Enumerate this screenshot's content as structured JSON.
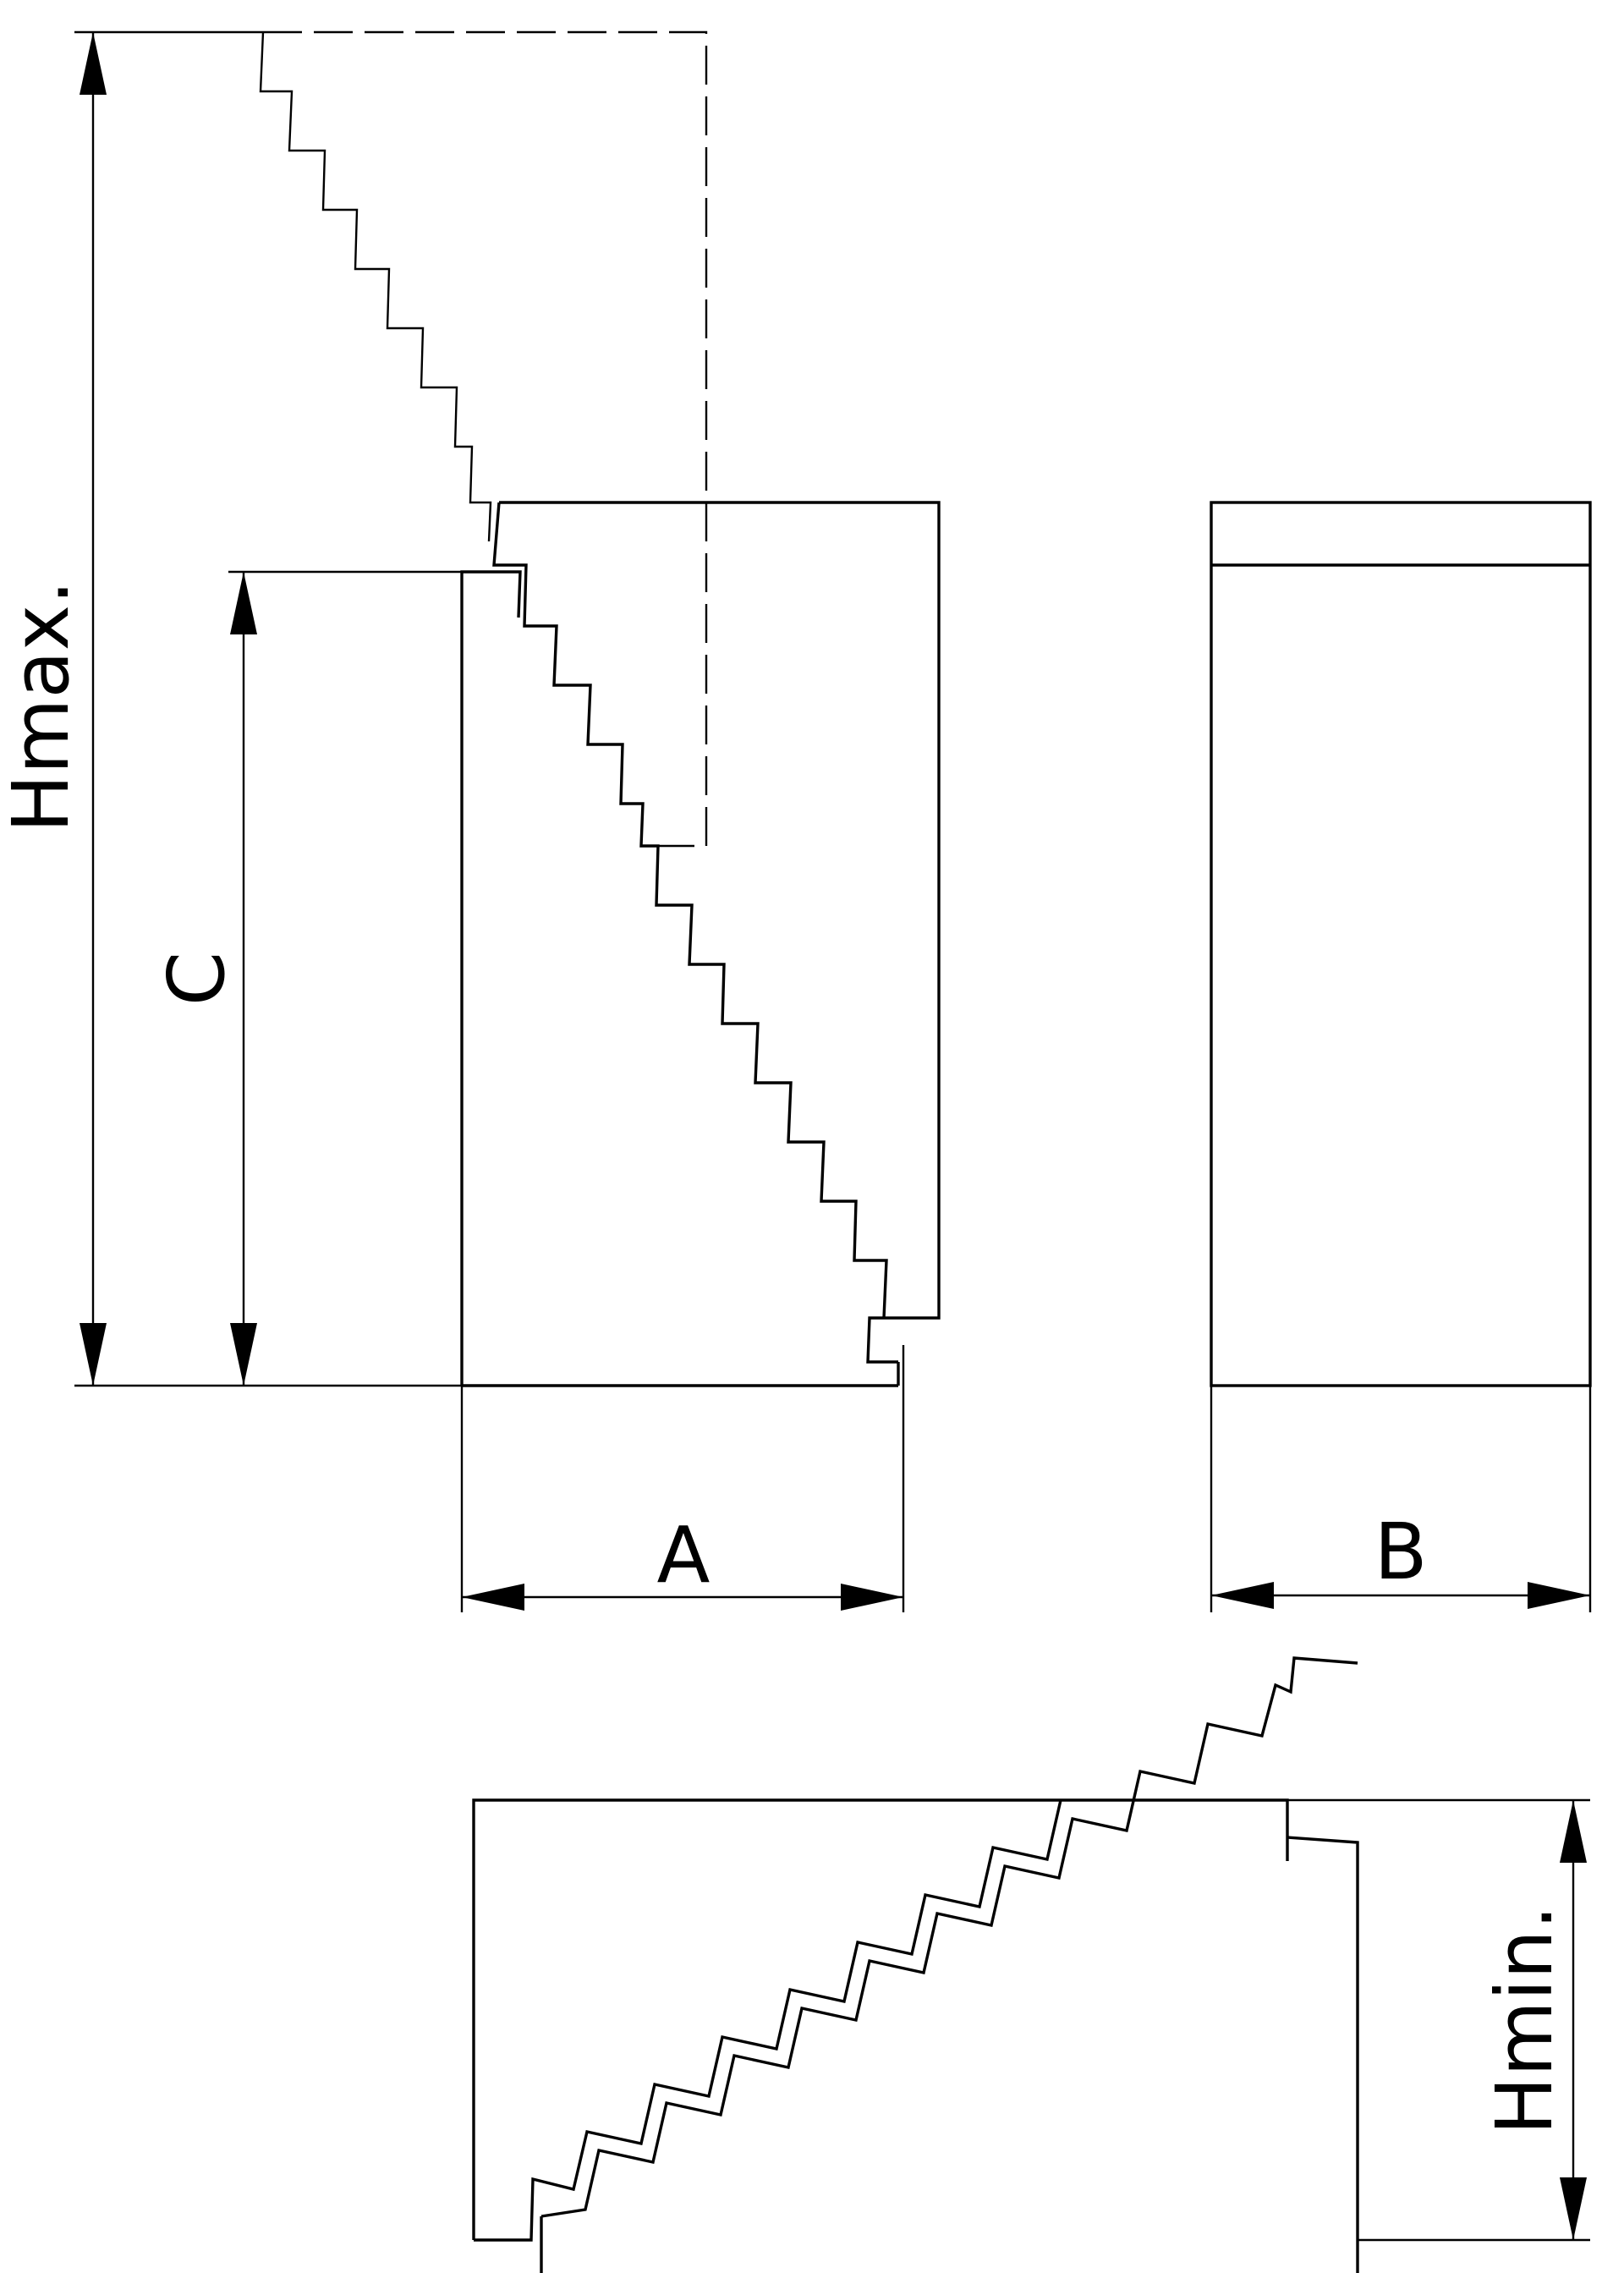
{
  "labels": {
    "hmax": "Hmax.",
    "c": "C",
    "a": "A",
    "b": "B",
    "hmin": "Hmin."
  }
}
